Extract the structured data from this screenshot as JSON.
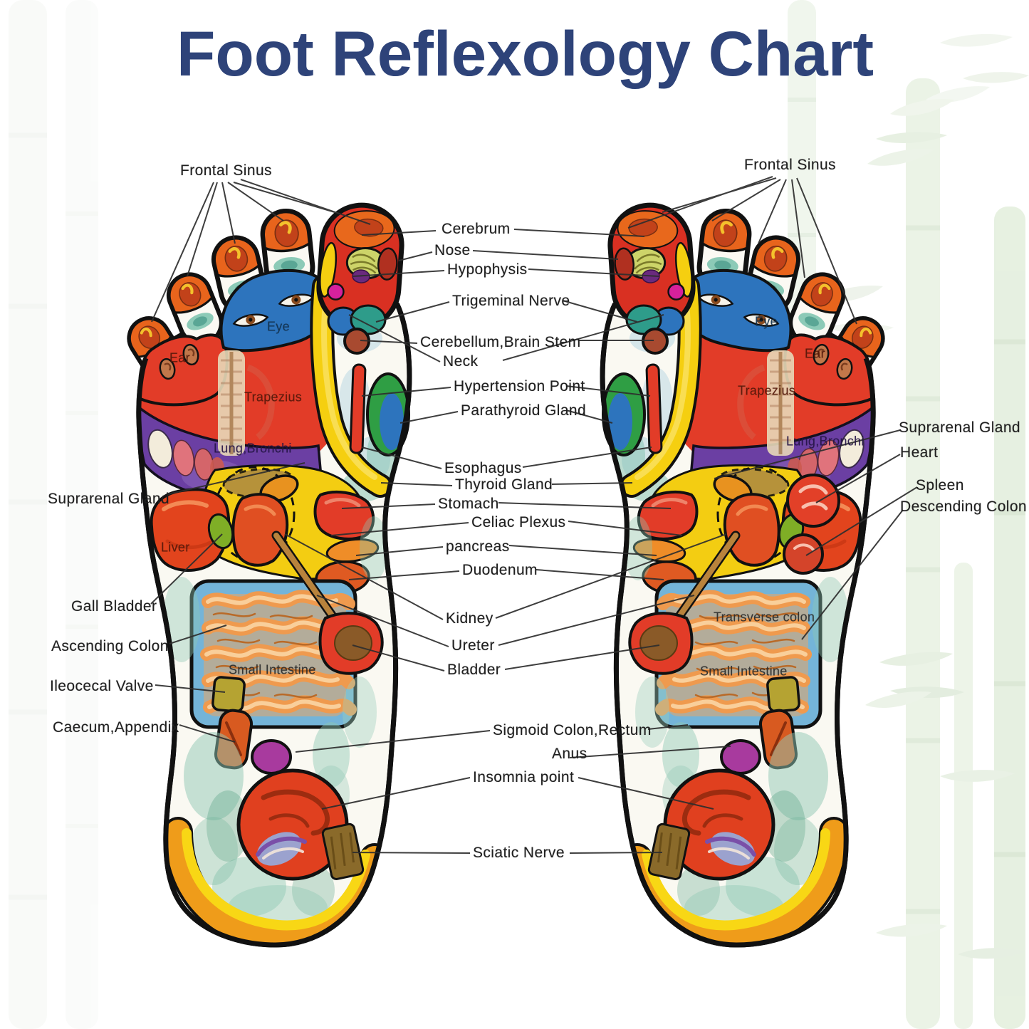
{
  "title": "Foot Reflexology Chart",
  "labels": {
    "frontal_sinus_left": "Frontal Sinus",
    "frontal_sinus_right": "Frontal Sinus",
    "center": [
      "Cerebrum",
      "Nose",
      "Hypophysis",
      "Trigeminal Nerve",
      "Cerebellum,Brain Stem",
      "Neck",
      "Hypertension Point",
      "Parathyroid Gland",
      "Esophagus",
      "Thyroid Gland",
      "Stomach",
      "Celiac Plexus",
      "pancreas",
      "Duodenum",
      "Kidney",
      "Ureter",
      "Bladder",
      "Sigmoid Colon,Rectum",
      "Anus",
      "Insomnia point",
      "Sciatic Nerve"
    ],
    "left_side": [
      "Suprarenal Gland",
      "Gall Bladder",
      "Ascending Colon",
      "Ileocecal Valve",
      "Caecum,Appendix"
    ],
    "right_side": [
      "Suprarenal Gland",
      "Heart",
      "Spleen",
      "Descending Colon"
    ],
    "left_foot": [
      "Eye",
      "Ear",
      "Trapezius",
      "Lung,Bronchi",
      "Liver",
      "Small Intestine"
    ],
    "right_foot": [
      "Eye",
      "Ear",
      "Trapezius",
      "Lung,Bronchi",
      "Transverse colon",
      "Small Intestine"
    ]
  },
  "colors": {
    "title_text": "#2e4379",
    "label_text": "#1f1f1f",
    "foot_outline": "#111111",
    "zone_red": "#e23c28",
    "zone_blue": "#2d74bd",
    "zone_purple": "#6b3fa3",
    "zone_yellow": "#f5cf10",
    "toe_orange": "#e8641c",
    "intestine_background": "#74b4d8",
    "intestine_coils": "#ef9a4e",
    "heel_orange": "#ef9c1a",
    "heel_yellow": "#f8d715",
    "bamboo_green": "#cfe3c4"
  }
}
